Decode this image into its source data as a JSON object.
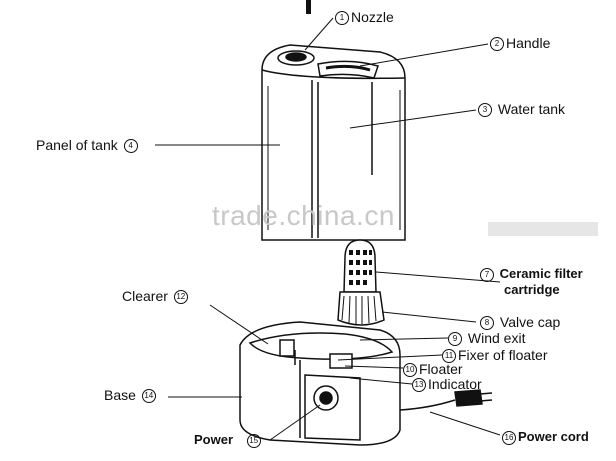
{
  "watermark": "trade.china.cn",
  "labels": {
    "nozzle": {
      "num": "1",
      "text": "Nozzle"
    },
    "handle": {
      "num": "2",
      "text": "Handle"
    },
    "water_tank": {
      "num": "3",
      "text": "Water tank"
    },
    "panel_of_tank": {
      "num": "4",
      "text": "Panel of tank"
    },
    "ceramic_filter": {
      "num": "7",
      "text_line1": "Ceramic filter",
      "text_line2": "cartridge"
    },
    "valve_cap": {
      "num": "8",
      "text": "Valve cap"
    },
    "wind_exit": {
      "num": "9",
      "text": "Wind exit"
    },
    "fixer_of_floater": {
      "num": "11",
      "text": "Fixer of floater"
    },
    "floater": {
      "num": "10",
      "text": "Floater"
    },
    "indicator": {
      "num": "13",
      "text": "Indicator"
    },
    "clearer": {
      "num": "12",
      "text": "Clearer"
    },
    "base": {
      "num": "14",
      "text": "Base"
    },
    "power": {
      "num": "15",
      "text": "Power"
    },
    "power_cord": {
      "num": "16",
      "text": "Power cord"
    }
  }
}
